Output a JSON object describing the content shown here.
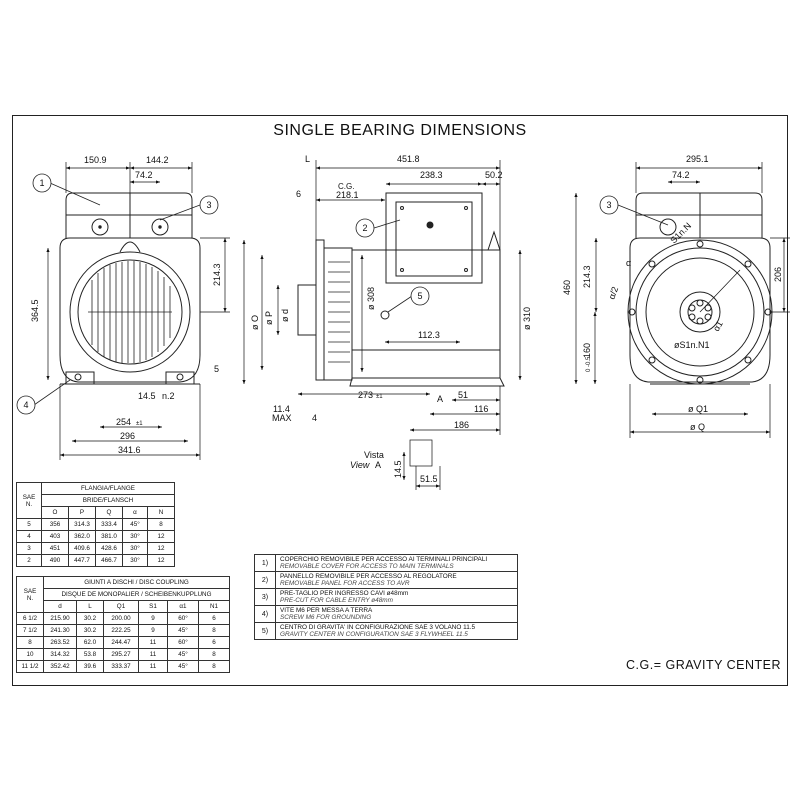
{
  "title": "SINGLE BEARING DIMENSIONS",
  "cg_label": "C.G.= GRAVITY CENTER",
  "dims": {
    "left": {
      "d150_9": "150.9",
      "d144_2": "144.2",
      "d74_2": "74.2",
      "d364_5": "364.5",
      "d214_3": "214.3",
      "d5": "5",
      "d14_5": "14.5",
      "dn2": "n.2",
      "d254": "254",
      "d254_tol": "±1",
      "d296": "296",
      "d341_6": "341.6"
    },
    "middle": {
      "L": "L",
      "d451_8": "451.8",
      "d238_3": "238.3",
      "d50_2": "50.2",
      "cg": "C.G.",
      "cg_val": "218.1",
      "d6": "6",
      "phiO": "ø O",
      "phiP": "ø P",
      "phid": "ø d",
      "d308": "ø 308",
      "d310": "ø 310",
      "d112_3": "112.3",
      "d273": "273",
      "d273_tol": "±1",
      "d11_4": "11.4",
      "max": "MAX",
      "d4": "4",
      "A": "A",
      "d51": "51",
      "d116": "116",
      "d186": "186",
      "vista": "Vista",
      "view": "View",
      "viewA": "A",
      "d14_5b": "14.5",
      "d51_5": "51.5"
    },
    "right": {
      "d295_1": "295.1",
      "d74_2": "74.2",
      "d460": "460",
      "d214_3": "214.3",
      "d206": "206",
      "d160": "160",
      "d160_tol": "0 -0.5",
      "alpha2": "α/2",
      "alpha": "α",
      "alpha1": "α1",
      "S1nN1": "øS1n.N1",
      "SnN": "S1n.N",
      "phiQ1": "ø Q1",
      "phiQ": "ø Q"
    }
  },
  "callouts": [
    "1",
    "2",
    "3",
    "4",
    "5"
  ],
  "flange_table": {
    "h1": "FLANGIA/FLANGE",
    "h2": "BRIDE/FLANSCH",
    "sae_label": "SAE",
    "sae_n": "N.",
    "cols": [
      "O",
      "P",
      "Q",
      "α",
      "N"
    ],
    "rows": [
      [
        "5",
        "356",
        "314.3",
        "333.4",
        "45°",
        "8"
      ],
      [
        "4",
        "403",
        "362.0",
        "381.0",
        "30°",
        "12"
      ],
      [
        "3",
        "451",
        "409.6",
        "428.6",
        "30°",
        "12"
      ],
      [
        "2",
        "490",
        "447.7",
        "466.7",
        "30°",
        "12"
      ]
    ]
  },
  "coupling_table": {
    "h1": "GIUNTI A DISCHI  /  DISC COUPLING",
    "h2": "DISQUE DE MONOPALIER  /  SCHEIBENKUPPLUNG",
    "sae_label": "SAE",
    "sae_n": "N.",
    "cols": [
      "d",
      "L",
      "Q1",
      "S1",
      "α1",
      "N1"
    ],
    "rows": [
      [
        "6 1/2",
        "215.90",
        "30.2",
        "200.00",
        "9",
        "60°",
        "6"
      ],
      [
        "7 1/2",
        "241.30",
        "30.2",
        "222.25",
        "9",
        "45°",
        "8"
      ],
      [
        "8",
        "263.52",
        "62.0",
        "244.47",
        "11",
        "60°",
        "6"
      ],
      [
        "10",
        "314.32",
        "53.8",
        "295.27",
        "11",
        "45°",
        "8"
      ],
      [
        "11 1/2",
        "352.42",
        "39.6",
        "333.37",
        "11",
        "45°",
        "8"
      ]
    ]
  },
  "notes": [
    {
      "n": "1)",
      "it": "COPERCHIO REMOVIBILE PER ACCESSO AI TERMINALI PRINCIPALI",
      "en": "REMOVABLE COVER FOR ACCESS TO MAIN TERMINALS"
    },
    {
      "n": "2)",
      "it": "PANNELLO REMOVIBILE PER ACCESSO AL REGOLATORE",
      "en": "REMOVABLE PANEL FOR ACCESS TO AVR"
    },
    {
      "n": "3)",
      "it": "PRE-TAGLIO PER INGRESSO CAVI ø48mm",
      "en": "PRE-CUT FOR CABLE ENTRY ø48mm"
    },
    {
      "n": "4)",
      "it": "VITE M6 PER MESSA A TERRA",
      "en": "SCREW M6 FOR GROUNDING"
    },
    {
      "n": "5)",
      "it": "CENTRO DI GRAVITA' IN CONFIGURAZIONE SAE 3 VOLANO 11.5",
      "en": "GRAVITY CENTER IN CONFIGURATION SAE 3 FLYWHEEL 11.5"
    }
  ]
}
